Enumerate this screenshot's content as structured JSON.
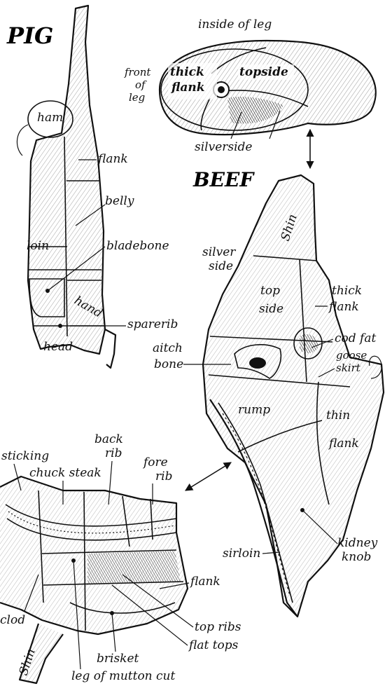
{
  "pig": {
    "title": "PIG",
    "labels": {
      "ham": "ham",
      "flank": "flank",
      "belly": "belly",
      "loin": "loin",
      "bladebone": "bladebone",
      "hand": "hand",
      "sparerib": "sparerib",
      "head": "head"
    }
  },
  "leg_section": {
    "labels": {
      "inside_of_leg": "inside of leg",
      "front_of_leg": [
        "front",
        "of",
        "leg"
      ],
      "thick_flank": [
        "thick",
        "flank"
      ],
      "topside": "topside",
      "silverside": "silverside"
    }
  },
  "beef": {
    "title": "BEEF",
    "labels": {
      "shin": "Shin",
      "silver_side": [
        "silver",
        "side"
      ],
      "top_side": [
        "top",
        "side"
      ],
      "thick_flank": [
        "thick",
        "flank"
      ],
      "aitch_bone": [
        "aitch",
        "bone"
      ],
      "cod_fat": "cod fat",
      "goose_skirt": [
        "goose",
        "skirt"
      ],
      "rump": "rump",
      "thin_flank": [
        "thin",
        "flank"
      ],
      "sirloin": "sirloin",
      "kidney_knob": [
        "kidney",
        "knob"
      ]
    }
  },
  "forequarter": {
    "labels": {
      "sticking": "sticking",
      "chuck_steak": "chuck steak",
      "back_rib": [
        "back",
        "rib"
      ],
      "fore_rib": [
        "fore",
        "rib"
      ],
      "clod": "clod",
      "flank": "flank",
      "top_ribs": "top ribs",
      "flat_tops": "flat tops",
      "brisket": "brisket",
      "shin": "Shin",
      "leg_of_mutton_cut": "leg of mutton cut"
    }
  },
  "colors": {
    "ink": "#111111",
    "background": "#ffffff"
  }
}
